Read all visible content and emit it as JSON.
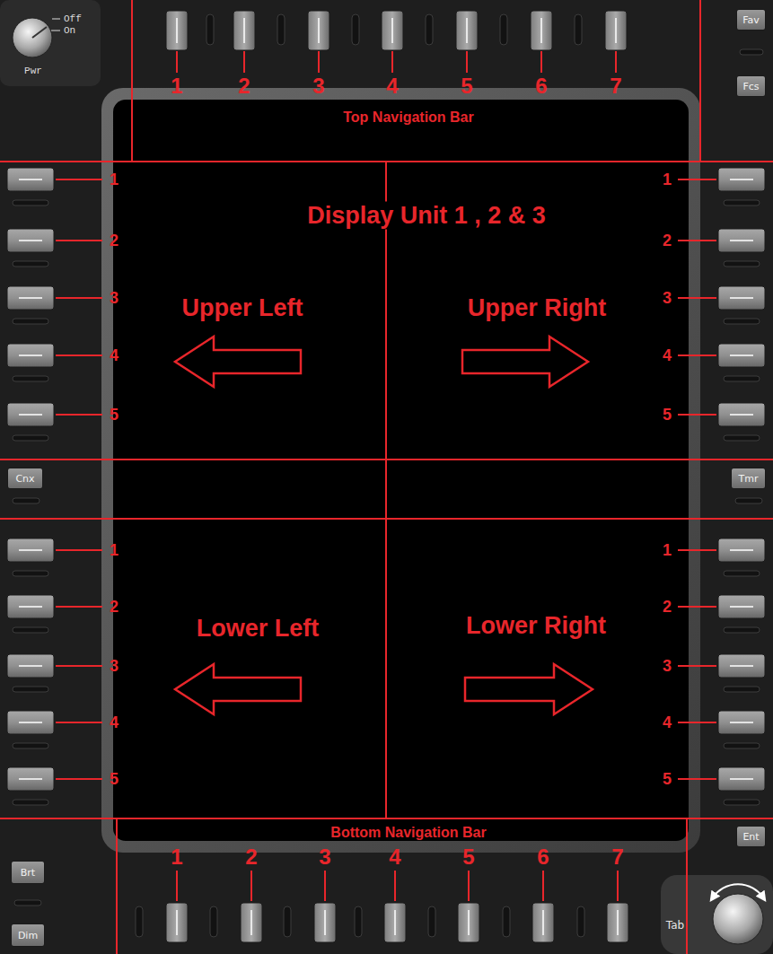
{
  "diagram": {
    "nodes": [
      {
        "text": [
          "Fav"
        ]
      },
      {
        "text": [
          "Fcs"
        ]
      },
      {
        "text": [
          "Cnx"
        ]
      },
      {
        "text": [
          "Tmr"
        ]
      },
      {
        "text": [
          "Ent"
        ]
      },
      {
        "text": [
          "Brt"
        ]
      },
      {
        "text": [
          "Dim"
        ]
      }
    ],
    "labels": [
      "Off",
      "On",
      "Pwr",
      "1",
      "2",
      "3",
      "4",
      "5",
      "6",
      "7",
      "Top Navigation Bar",
      "Display Unit 1 , 2 & 3",
      "1",
      "2",
      "3",
      "4",
      "5",
      "1",
      "2",
      "3",
      "4",
      "5",
      "Upper Left",
      "Upper Right",
      "1",
      "2",
      "3",
      "4",
      "5",
      "1",
      "2",
      "3",
      "4",
      "5",
      "Lower Left",
      "Lower Right",
      "Bottom Navigation Bar",
      "1",
      "2",
      "3",
      "4",
      "5",
      "6",
      "7",
      "Tab"
    ]
  }
}
